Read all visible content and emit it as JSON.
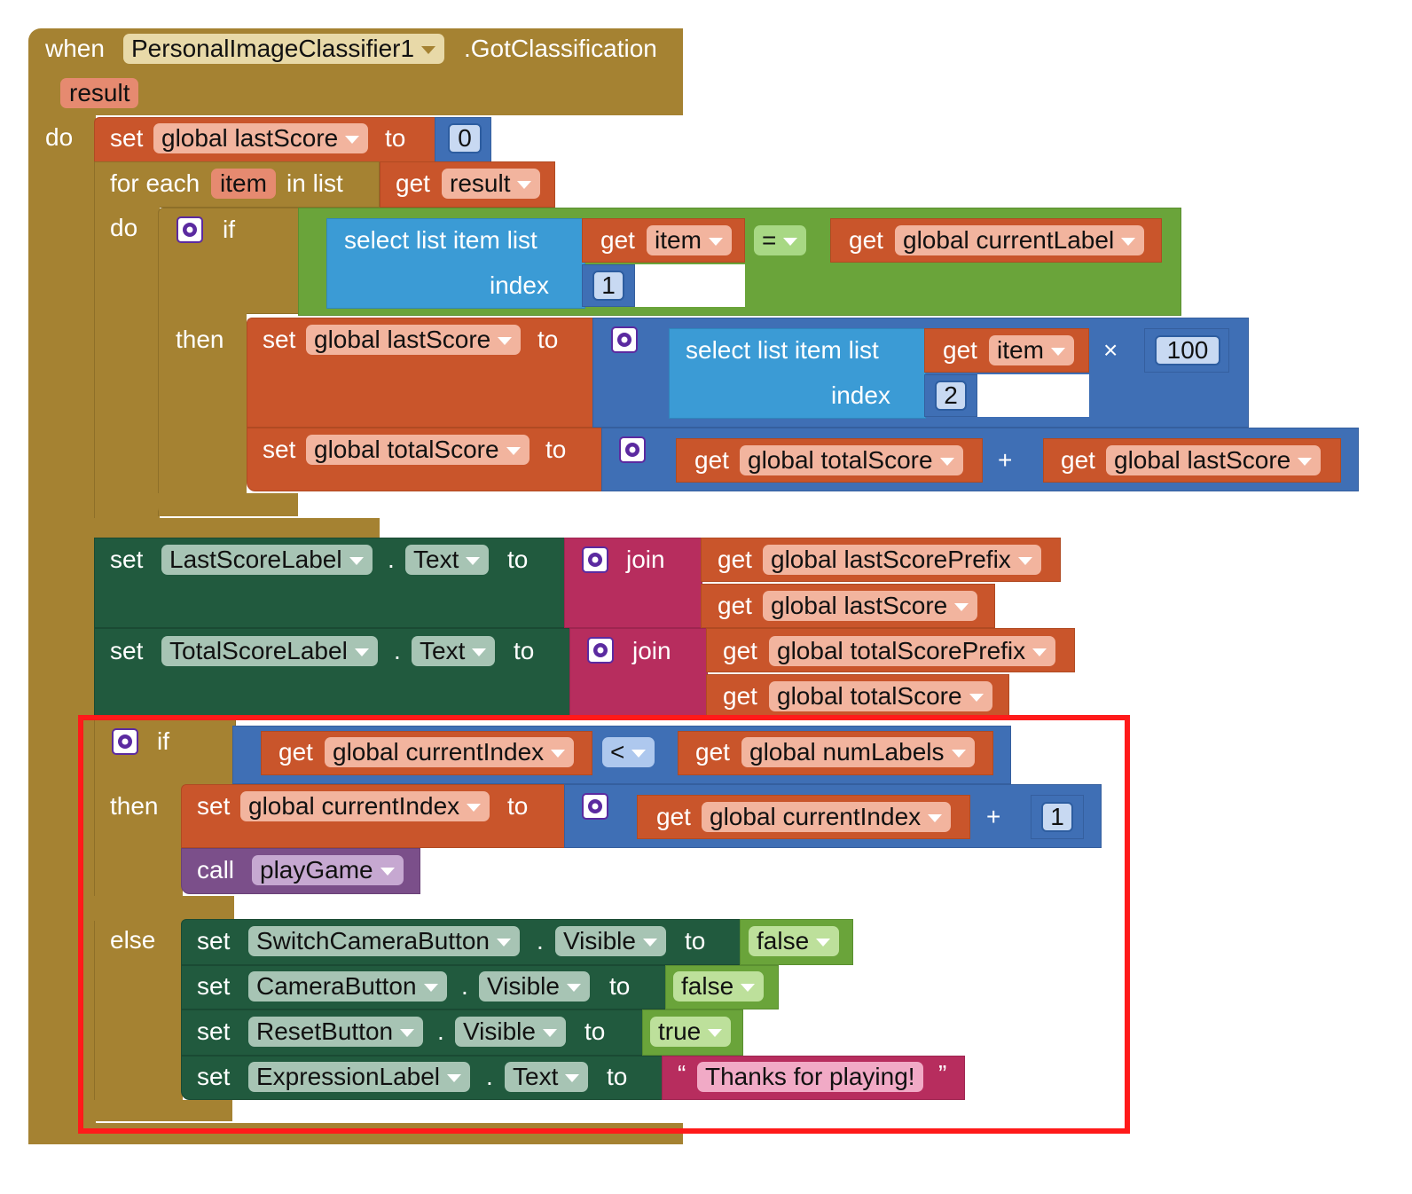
{
  "event": {
    "when": "when",
    "component": "PersonalImageClassifier1",
    "event_name": ".GotClassification",
    "param": "result",
    "do": "do"
  },
  "s1": {
    "set": "set",
    "var": "global lastScore",
    "to": "to",
    "value": "0"
  },
  "foreach": {
    "label": "for each",
    "item": "item",
    "in_list": "in list",
    "get": "get",
    "list": "result",
    "do": "do"
  },
  "if1": {
    "if": "if",
    "then": "then",
    "select_label": "select list item  list",
    "get": "get",
    "item": "item",
    "index": "index",
    "index_val": "1",
    "op": "=",
    "get2": "get",
    "var": "global currentLabel"
  },
  "s2": {
    "set": "set",
    "var": "global lastScore",
    "to": "to",
    "select_label": "select list item  list",
    "get": "get",
    "item": "item",
    "index": "index",
    "index_val": "2",
    "op": "×",
    "mult": "100"
  },
  "s3": {
    "set": "set",
    "var": "global totalScore",
    "to": "to",
    "get": "get",
    "a": "global totalScore",
    "op": "+",
    "get2": "get",
    "b": "global lastScore"
  },
  "s4": {
    "set": "set",
    "comp": "LastScoreLabel",
    "dot": ".",
    "prop": "Text",
    "to": "to",
    "join": "join",
    "get": "get",
    "a": "global lastScorePrefix",
    "get2": "get",
    "b": "global lastScore"
  },
  "s5": {
    "set": "set",
    "comp": "TotalScoreLabel",
    "dot": ".",
    "prop": "Text",
    "to": "to",
    "join": "join",
    "get": "get",
    "a": "global totalScorePrefix",
    "get2": "get",
    "b": "global totalScore"
  },
  "if2": {
    "if": "if",
    "then": "then",
    "else": "else",
    "get": "get",
    "a": "global currentIndex",
    "op": "<",
    "get2": "get",
    "b": "global numLabels"
  },
  "s6": {
    "set": "set",
    "var": "global currentIndex",
    "to": "to",
    "get": "get",
    "a": "global currentIndex",
    "op": "+",
    "b": "1"
  },
  "call": {
    "call": "call",
    "proc": "playGame"
  },
  "e1": {
    "set": "set",
    "comp": "SwitchCameraButton",
    "dot": ".",
    "prop": "Visible",
    "to": "to",
    "value": "false"
  },
  "e2": {
    "set": "set",
    "comp": "CameraButton",
    "dot": ".",
    "prop": "Visible",
    "to": "to",
    "value": "false"
  },
  "e3": {
    "set": "set",
    "comp": "ResetButton",
    "dot": ".",
    "prop": "Visible",
    "to": "to",
    "value": "true"
  },
  "e4": {
    "set": "set",
    "comp": "ExpressionLabel",
    "dot": ".",
    "prop": "Text",
    "to": "to",
    "open_quote": "“",
    "value": "Thanks for playing!",
    "close_quote": "”"
  },
  "colors": {
    "event": "#a58232",
    "variable": "#c9552b",
    "math": "#3f6fb5",
    "lists": "#3b9bd5",
    "logic": "#6aa43a",
    "component": "#215a3e",
    "text": "#b72d5e",
    "procedure": "#7b4f8a",
    "highlight": "#ff1a1a"
  }
}
